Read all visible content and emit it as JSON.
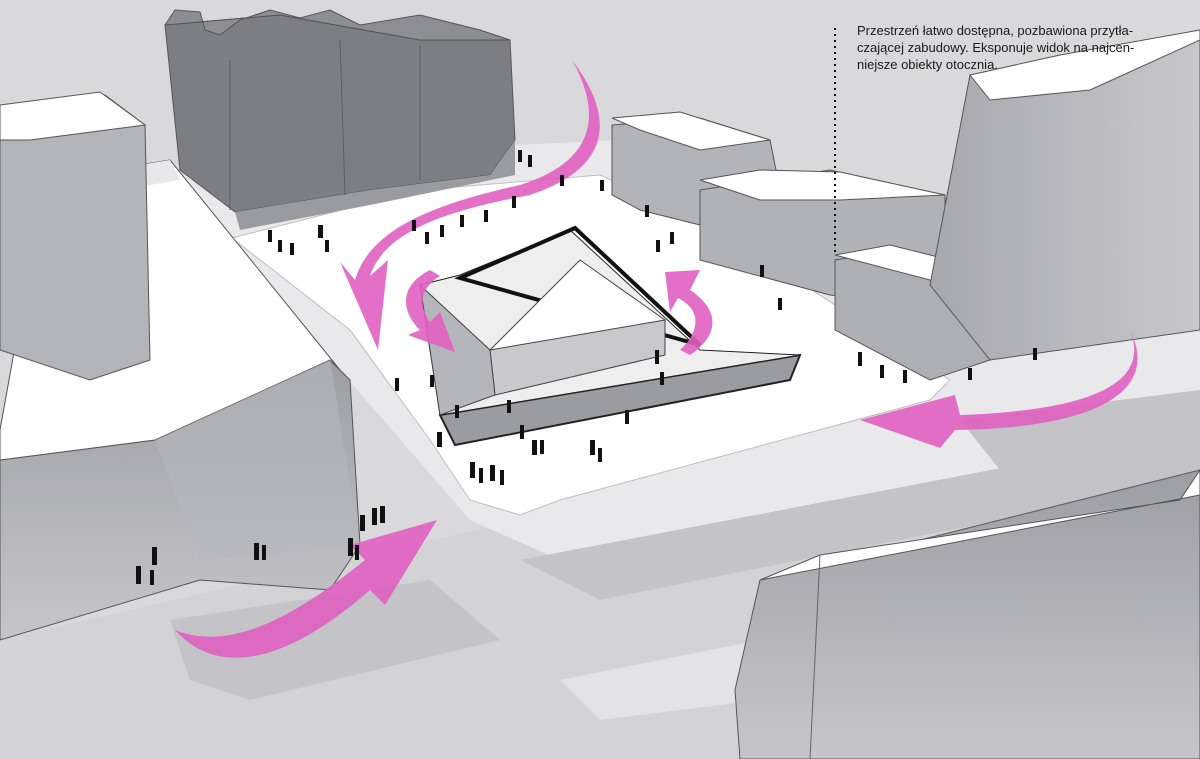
{
  "caption": {
    "lines": [
      "Przestrzeń łatwo dostępna,  pozbawiona przytła-",
      "czającej zabudowy. Eksponuje widok na najcen-",
      "niejsze obiekty otocznia."
    ]
  },
  "colors": {
    "background": "#d9d9dc",
    "ground": "#ffffff",
    "road": "#c9c9cc",
    "building_top": "#ffffff",
    "building_side_light": "#b9b9bd",
    "building_side_dark": "#8f9096",
    "historic_building": "#7d7e84",
    "arrow": "#e060c0",
    "people": "#111111"
  },
  "icons": [
    "flow-arrow-icon",
    "person-silhouette-icon",
    "dotted-leader-line"
  ]
}
